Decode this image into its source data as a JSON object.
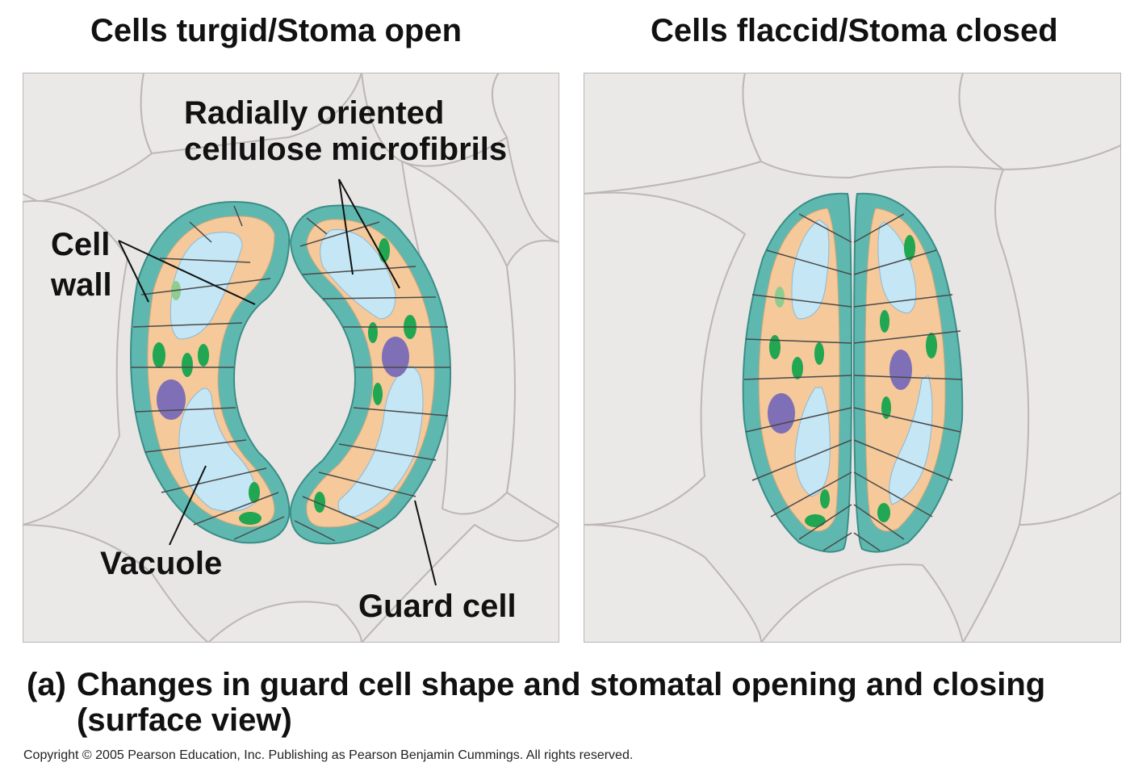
{
  "titles": {
    "open": "Cells turgid/Stoma open",
    "closed": "Cells flaccid/Stoma closed"
  },
  "labels": {
    "fibrils_line1": "Radially oriented",
    "fibrils_line2": "cellulose microfibrils",
    "wall_line1": "Cell",
    "wall_line2": "wall",
    "vacuole": "Vacuole",
    "guard_cell": "Guard cell"
  },
  "caption": {
    "letter": "(a)",
    "line1": "Changes in guard cell shape and stomatal opening and closing",
    "line2": "(surface view)"
  },
  "copyright": "Copyright © 2005 Pearson Education, Inc. Publishing as Pearson Benjamin Cummings. All rights reserved.",
  "colors": {
    "background_cells": "#e6e3e3",
    "cell_outline": "#b9b2b2",
    "cell_wall": "#5fb8b0",
    "cytoplasm": "#f5c99a",
    "vacuole": "#c5e6f5",
    "chloroplast": "#21a651",
    "nucleus": "#7e6fb6",
    "microfibril": "#4a4a4a"
  }
}
